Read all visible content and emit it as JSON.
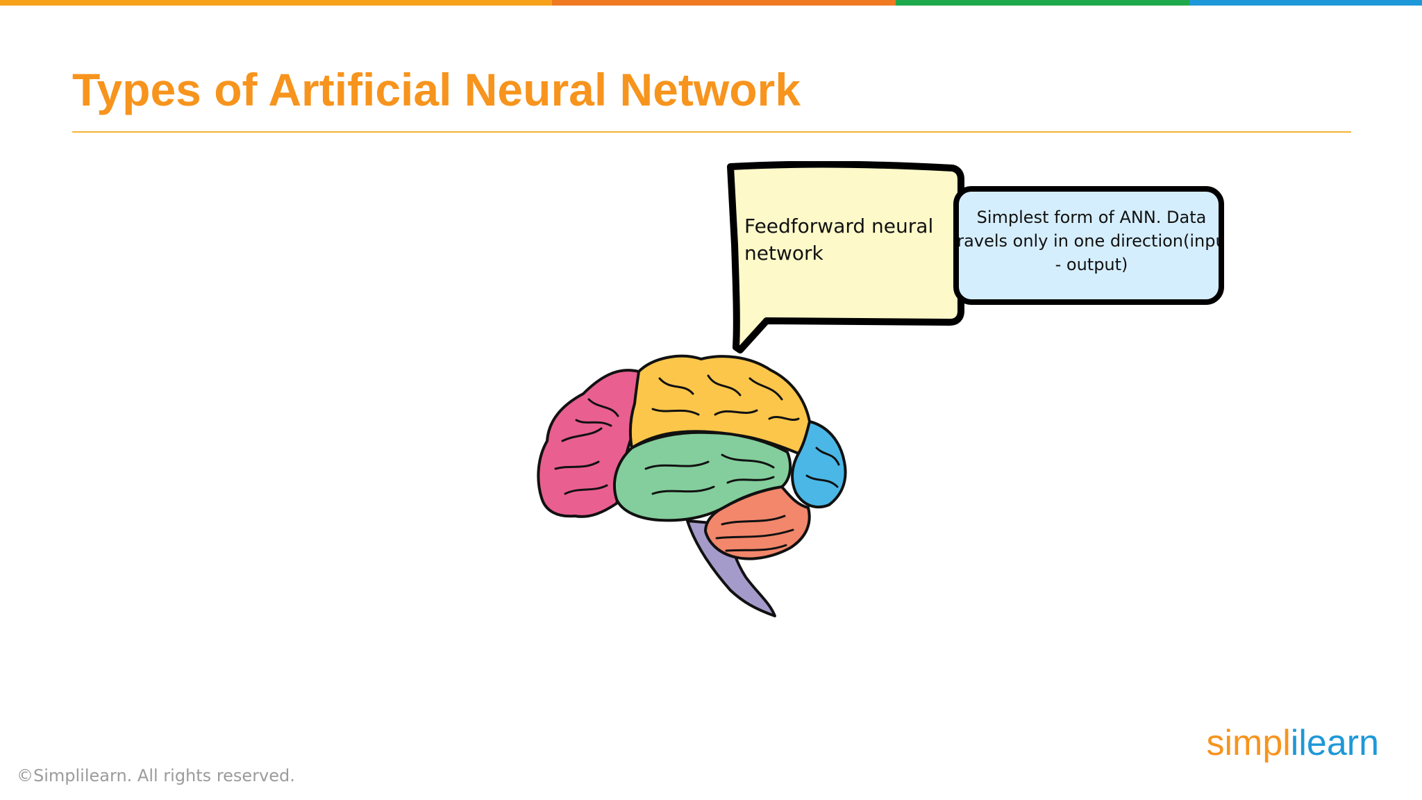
{
  "slide": {
    "title": "Types of Artificial Neural Network",
    "bubble_text": "Feedforward neural\nnetwork",
    "info_text": "Simplest form of ANN. Data travels  only in one direction(input - output)",
    "copyright": "©Simplilearn. All rights reserved."
  },
  "logo": {
    "part_1": "simpl",
    "part_2": "i",
    "part_3": "learn"
  },
  "colors": {
    "title": "#F7941D",
    "rule": "#F5B335",
    "bar_orange_1": "#F7A21B",
    "bar_orange_2": "#F07A22",
    "bar_green": "#1EA94D",
    "bar_blue": "#1E98D8",
    "bubble_fill": "#FDF9C9",
    "info_fill": "#D5EEFD",
    "logo_orange": "#F7941D",
    "logo_blue": "#1E98D8",
    "copyright": "#9B9B9B",
    "brain_pink": "#E95F90",
    "brain_yellow": "#FBC64A",
    "brain_green": "#83CE9C",
    "brain_blue": "#4AB7E7",
    "brain_salmon": "#F2876B",
    "brain_stem": "#A59BCB"
  },
  "icons": {
    "illustration": "brain-icon"
  }
}
